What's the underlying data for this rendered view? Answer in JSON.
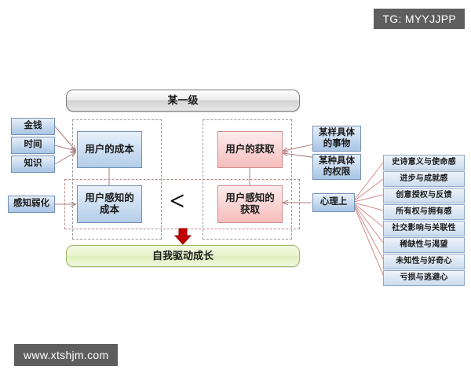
{
  "overlays": {
    "tag_label": "TG: MYYJJPP",
    "watermark": "www.xtshjm.com"
  },
  "diagram": {
    "title": "某一级",
    "footer": "自我驱动成长",
    "comparison_operator": "<",
    "colors": {
      "cost_fill": "#b6cfe9",
      "gain_fill": "#f6bcbc",
      "header_fill": "#d2d2d2",
      "footer_fill": "#dfeebb",
      "chip_bg": "#5e5e5e",
      "connector": "#b07a7a",
      "arrow_red": "#c00000"
    },
    "inputs": [
      {
        "label": "金钱"
      },
      {
        "label": "时间"
      },
      {
        "label": "知识"
      }
    ],
    "perception_modifier": {
      "label": "感知弱化"
    },
    "cost": {
      "actual": "用户的成本",
      "perceived": "用户感知的\n成本"
    },
    "gain": {
      "actual": "用户的获取",
      "perceived": "用户感知的\n获取"
    },
    "gain_sources": [
      {
        "label": "某样具体\n的事物"
      },
      {
        "label": "某种具体\n的权限"
      }
    ],
    "psychological": {
      "label": "心理上"
    },
    "core_drives": [
      {
        "label": "史诗意义与使命感"
      },
      {
        "label": "进步与成就感"
      },
      {
        "label": "创意授权与反馈"
      },
      {
        "label": "所有权与拥有感"
      },
      {
        "label": "社交影响与关联性"
      },
      {
        "label": "稀缺性与渴望"
      },
      {
        "label": "未知性与好奇心"
      },
      {
        "label": "亏损与逃避心"
      }
    ]
  }
}
